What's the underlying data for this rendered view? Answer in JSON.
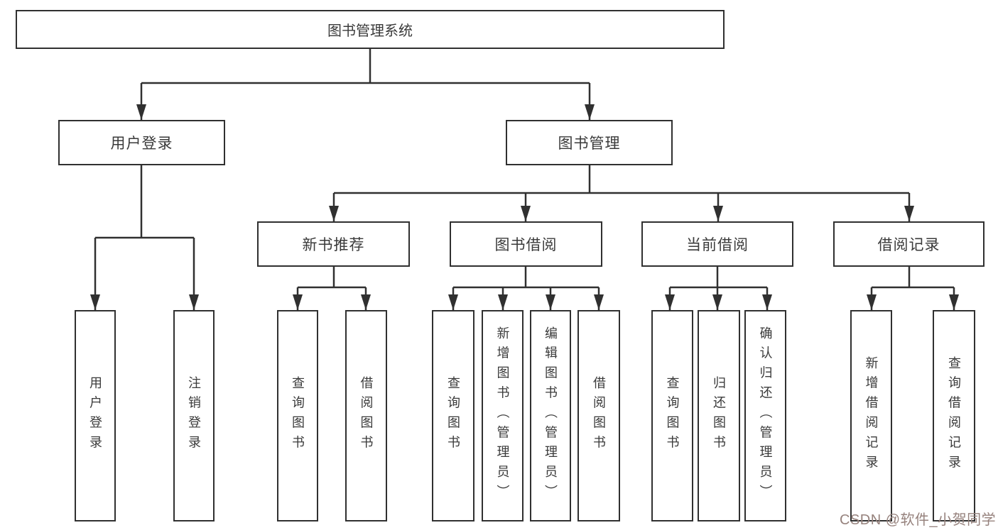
{
  "nodes": {
    "root": {
      "label": "图书管理系统"
    },
    "level2": [
      {
        "label": "用户登录"
      },
      {
        "label": "图书管理"
      }
    ],
    "level3": [
      {
        "label": "新书推荐",
        "parent": "图书管理"
      },
      {
        "label": "图书借阅",
        "parent": "图书管理"
      },
      {
        "label": "当前借阅",
        "parent": "图书管理"
      },
      {
        "label": "借阅记录",
        "parent": "图书管理"
      }
    ],
    "leaves": [
      {
        "label": "用户登录",
        "parent": "用户登录"
      },
      {
        "label": "注销登录",
        "parent": "用户登录"
      },
      {
        "label": "查询图书",
        "parent": "新书推荐"
      },
      {
        "label": "借阅图书",
        "parent": "新书推荐"
      },
      {
        "label": "查询图书",
        "parent": "图书借阅"
      },
      {
        "label": "新增图书（管理员）",
        "parent": "图书借阅"
      },
      {
        "label": "编辑图书（管理员）",
        "parent": "图书借阅"
      },
      {
        "label": "借阅图书",
        "parent": "图书借阅"
      },
      {
        "label": "查询图书",
        "parent": "当前借阅"
      },
      {
        "label": "归还图书",
        "parent": "当前借阅"
      },
      {
        "label": "确认归还（管理员）",
        "parent": "当前借阅"
      },
      {
        "label": "新增借阅记录",
        "parent": "借阅记录"
      },
      {
        "label": "查询借阅记录",
        "parent": "借阅记录"
      }
    ]
  },
  "watermark": {
    "text": "CSDN @软件_小贺同学",
    "color": "#96827d"
  },
  "colors": {
    "line": "#303030",
    "text": "#3a3a3a",
    "background": "#ffffff"
  }
}
